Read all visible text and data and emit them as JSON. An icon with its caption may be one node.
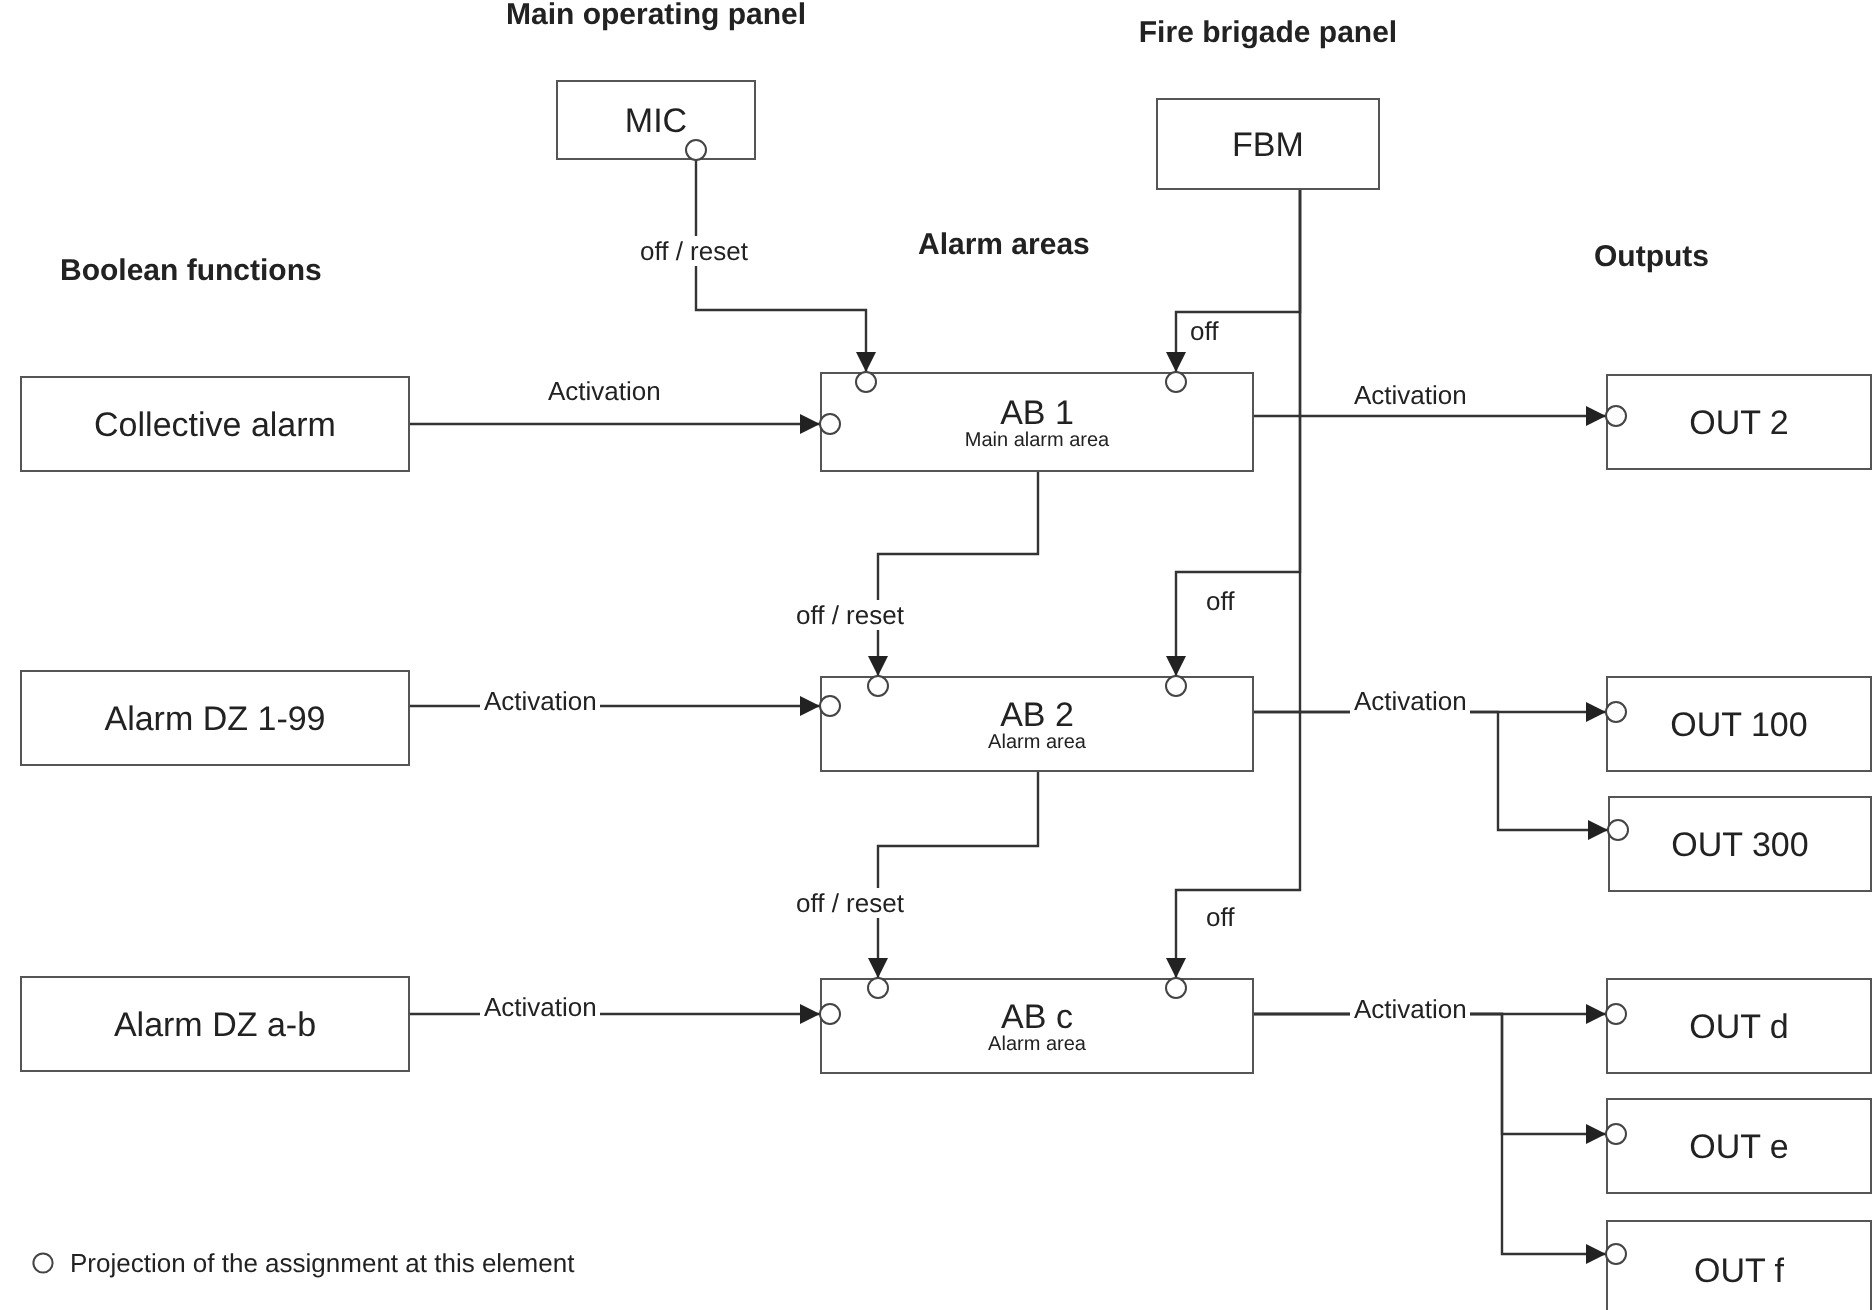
{
  "diagram": {
    "nodes": [
      {
        "text": [
          "MIC"
        ],
        "beside": [
          "Main operating panel"
        ]
      },
      {
        "text": [
          "FBM"
        ],
        "beside": [
          "Fire brigade panel"
        ]
      },
      {
        "text": [
          "Collective alarm"
        ]
      },
      {
        "text": [
          "AB 1",
          "Main alarm area"
        ]
      },
      {
        "text": [
          "OUT 2"
        ]
      },
      {
        "text": [
          "Alarm DZ 1-99"
        ]
      },
      {
        "text": [
          "AB 2",
          "Alarm area"
        ]
      },
      {
        "text": [
          "OUT 100"
        ]
      },
      {
        "text": [
          "OUT 300"
        ]
      },
      {
        "text": [
          "Alarm DZ a-b"
        ]
      },
      {
        "text": [
          "AB c",
          "Alarm area"
        ]
      },
      {
        "text": [
          "OUT d"
        ]
      },
      {
        "text": [
          "OUT e"
        ]
      },
      {
        "text": [
          "OUT f"
        ]
      }
    ],
    "edges": [
      {
        "from": 0,
        "to": 3,
        "arrow": "to",
        "label": "off / reset"
      },
      {
        "from": 1,
        "to": 3,
        "arrow": "to",
        "label": "off"
      },
      {
        "from": 2,
        "to": 3,
        "arrow": "to",
        "label": "Activation"
      },
      {
        "from": 3,
        "to": 4,
        "arrow": "to",
        "label": "Activation"
      },
      {
        "from": 3,
        "to": 6,
        "arrow": "to",
        "label": "off / reset"
      },
      {
        "from": 1,
        "to": 6,
        "arrow": "to",
        "label": "off"
      },
      {
        "from": 5,
        "to": 6,
        "arrow": "to",
        "label": "Activation"
      },
      {
        "from": 6,
        "to": 7,
        "arrow": "to",
        "label": "Activation"
      },
      {
        "from": 6,
        "to": 8,
        "arrow": "to"
      },
      {
        "from": 6,
        "to": 10,
        "arrow": "to",
        "label": "off / reset"
      },
      {
        "from": 1,
        "to": 10,
        "arrow": "to",
        "label": "off"
      },
      {
        "from": 9,
        "to": 10,
        "arrow": "to",
        "label": "Activation"
      },
      {
        "from": 10,
        "to": 11,
        "arrow": "to",
        "label": "Activation"
      },
      {
        "from": 10,
        "to": 12,
        "arrow": "to"
      },
      {
        "from": 10,
        "to": 13,
        "arrow": "to"
      }
    ],
    "labels": [
      "Boolean functions",
      "Alarm areas",
      "Outputs"
    ],
    "legend": [
      {
        "text": "Projection of the assignment at this element"
      }
    ]
  }
}
